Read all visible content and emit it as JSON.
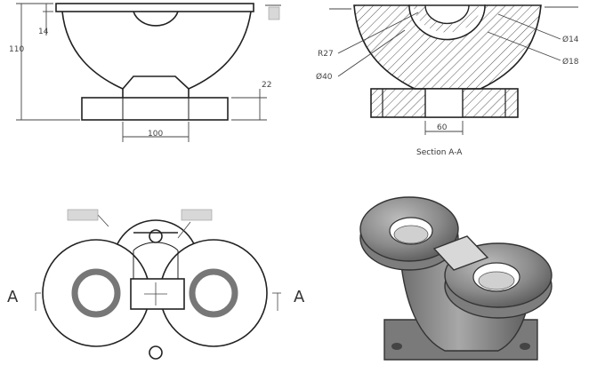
{
  "views": {
    "front": {
      "dim_height": "110",
      "dim_wall": "14",
      "dim_base_thickness": "22",
      "dim_base_width": "100"
    },
    "section": {
      "caption": "Section A-A",
      "dim_r1": "R27",
      "dim_d40": "Ø40",
      "dim_d14": "Ø14",
      "dim_d18": "Ø18",
      "dim_bore": "60"
    },
    "top": {
      "section_mark_left": "A",
      "section_mark_right": "A"
    }
  }
}
